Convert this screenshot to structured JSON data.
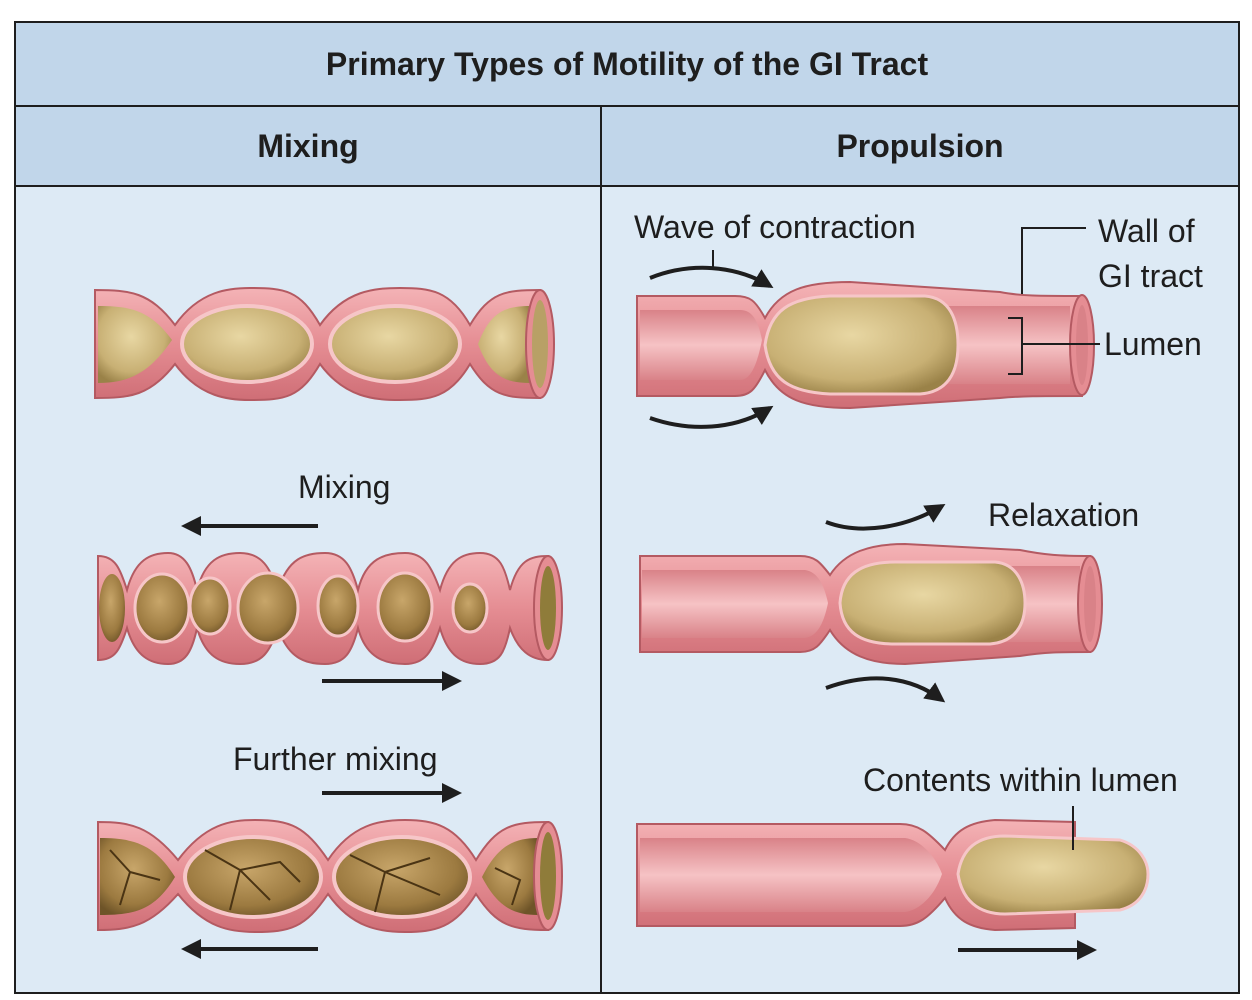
{
  "title": "Primary Types of Motility of the GI Tract",
  "columns": {
    "left": "Mixing",
    "right": "Propulsion"
  },
  "labels": {
    "mixing": "Mixing",
    "further_mixing": "Further mixing",
    "wave": "Wave of contraction",
    "wall_1": "Wall of",
    "wall_2": "GI tract",
    "lumen": "Lumen",
    "relaxation": "Relaxation",
    "contents": "Contents within lumen"
  },
  "colors": {
    "header": "#c1d6ea",
    "panel": "#ddeaf5",
    "wall": "#e6959a",
    "wall_dark": "#c8676f",
    "lumen": "#f2b4b7",
    "contents": "#c7b27a",
    "contents_dark": "#8a7540"
  }
}
